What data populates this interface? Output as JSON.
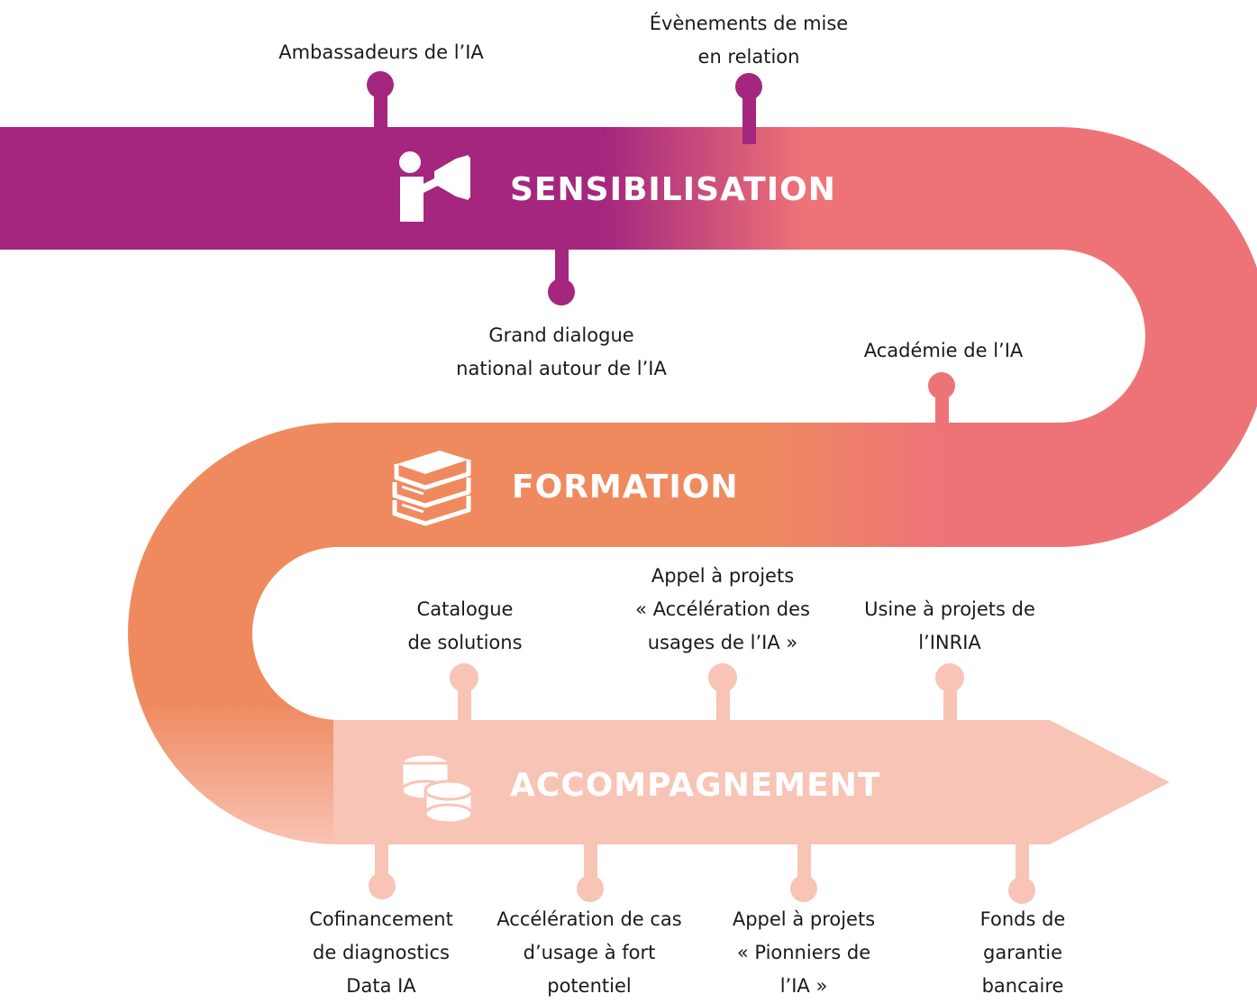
{
  "stages": [
    {
      "key": "sensibilisation",
      "title": "SENSIBILISATION",
      "icon": "megaphone-person-icon"
    },
    {
      "key": "formation",
      "title": "FORMATION",
      "icon": "books-icon"
    },
    {
      "key": "accompagnement",
      "title": "ACCOMPAGNEMENT",
      "icon": "coins-icon"
    }
  ],
  "milestones": {
    "ambassadeurs": [
      "Ambassadeurs de l’IA"
    ],
    "evenements": [
      "Évènements de mise",
      "en relation"
    ],
    "grand_dialogue": [
      "Grand dialogue",
      "national autour de l’IA"
    ],
    "academie": [
      "Académie de l’IA"
    ],
    "catalogue": [
      "Catalogue",
      "de solutions"
    ],
    "appel_acceleration": [
      "Appel à projets",
      "« Accélération des",
      "usages de l’IA »"
    ],
    "usine_inria": [
      "Usine à projets de",
      "l’INRIA"
    ],
    "cofinancement": [
      "Cofinancement",
      "de diagnostics",
      "Data IA"
    ],
    "acceleration_cas": [
      "Accélération de cas",
      "d’usage à fort",
      "potentiel"
    ],
    "appel_pionniers": [
      "Appel à projets",
      "« Pionniers de",
      "l’IA »"
    ],
    "fonds_garantie": [
      "Fonds de",
      "garantie",
      "bancaire"
    ]
  },
  "colors": {
    "purple": "#a4267f",
    "coral": "#ee7377",
    "orange": "#ef8a5f",
    "peach": "#f8c4b5",
    "text": "#1a1a1a"
  }
}
